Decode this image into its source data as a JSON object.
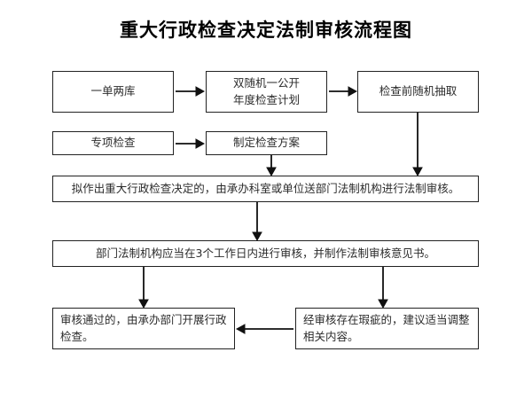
{
  "document": {
    "title": "重大行政检查决定法制审核流程图"
  },
  "flowchart": {
    "nodes": [
      {
        "id": "yidanliangku",
        "label": "一单两库"
      },
      {
        "id": "shuangsuiji",
        "label": "双随机一公开\n年度检查计划"
      },
      {
        "id": "choqu",
        "label": "检查前随机抽取"
      },
      {
        "id": "zhuanxiang",
        "label": "专项检查"
      },
      {
        "id": "fangan",
        "label": "制定检查方案"
      },
      {
        "id": "nizuochu",
        "label": "拟作出重大行政检查决定的，由承办科室或单位送部门法制机构进行法制审核。"
      },
      {
        "id": "shenhe3ri",
        "label": "部门法制机构应当在3个工作日内进行审核，并制作法制审核意见书。"
      },
      {
        "id": "tongguo",
        "label": "审核通过的，由承办部门开展行政检查。"
      },
      {
        "id": "xiaci",
        "label": "经审核存在瑕疵的，建议适当调整相关内容。"
      }
    ],
    "connectors": [
      {
        "id": "yidanliangku-to-shuangsuiji",
        "direction": "right"
      },
      {
        "id": "shuangsuiji-to-choqu",
        "direction": "right"
      },
      {
        "id": "zhuanxiang-to-fangan",
        "direction": "right"
      },
      {
        "id": "choqu-to-nizuochu",
        "direction": "down"
      },
      {
        "id": "fangan-to-nizuochu",
        "direction": "down"
      },
      {
        "id": "nizuochu-to-shenhe3ri",
        "direction": "down"
      },
      {
        "id": "shenhe3ri-to-tongguo",
        "direction": "down"
      },
      {
        "id": "shenhe3ri-to-xiaci",
        "direction": "down"
      },
      {
        "id": "xiaci-to-tongguo",
        "direction": "left"
      }
    ],
    "colors": {
      "box_border": "#222222",
      "box_fill": "#ffffff",
      "arrow": "#111111",
      "text": "#2b2b2b",
      "title_text": "#000000"
    }
  }
}
